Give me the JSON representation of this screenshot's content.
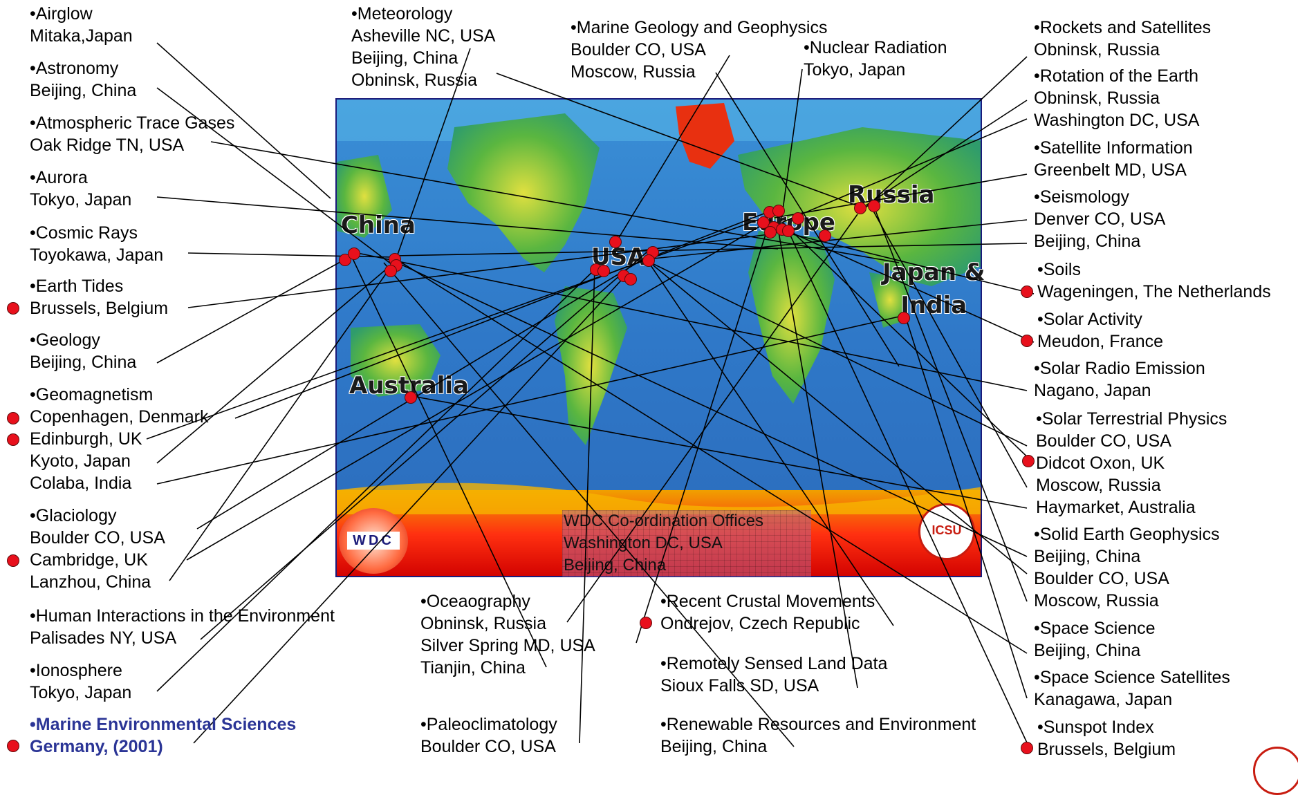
{
  "map": {
    "labels": {
      "china": "China",
      "usa": "USA",
      "europe": "Europe",
      "russia": "Russia",
      "japan_india": "Japan &\nIndia",
      "australia": "Australia"
    },
    "logo_left": "WDC",
    "logo_right": "ICSU"
  },
  "office": {
    "title": "WDC Co-ordination Offices",
    "line1": "Washington DC, USA",
    "line2": "Beijing, China"
  },
  "left": {
    "airglow": {
      "title": "•Airglow",
      "l1": "Mitaka,Japan"
    },
    "astronomy": {
      "title": "•Astronomy",
      "l1": "Beijing, China"
    },
    "trace": {
      "title": "•Atmospheric Trace Gases",
      "l1": "Oak Ridge TN, USA"
    },
    "aurora": {
      "title": "•Aurora",
      "l1": "Tokyo, Japan"
    },
    "cosmic": {
      "title": "•Cosmic Rays",
      "l1": "Toyokawa, Japan"
    },
    "tides": {
      "title": "•Earth Tides",
      "l1": "Brussels, Belgium"
    },
    "geology": {
      "title": "•Geology",
      "l1": "Beijing, China"
    },
    "geomag": {
      "title": "•Geomagnetism",
      "l1": "Copenhagen, Denmark",
      "l2": "Edinburgh, UK",
      "l3": "Kyoto, Japan",
      "l4": "Colaba, India"
    },
    "glacio": {
      "title": "•Glaciology",
      "l1": "Boulder CO, USA",
      "l2": "Cambridge, UK",
      "l3": "Lanzhou, China"
    },
    "human": {
      "title": "•Human Interactions in the Environment",
      "l1": "Palisades NY, USA"
    },
    "iono": {
      "title": "•Ionosphere",
      "l1": "Tokyo, Japan"
    },
    "marine_env": {
      "title": "•Marine Environmental Sciences",
      "l1": "Germany, (2001)"
    }
  },
  "middle": {
    "meteo": {
      "title": "•Meteorology",
      "l1": "Asheville NC, USA",
      "l2": "Beijing, China",
      "l3": "Obninsk, Russia"
    },
    "marine_geo": {
      "title": "•Marine Geology and Geophysics",
      "l1": "Boulder CO, USA",
      "l2": "Moscow, Russia"
    },
    "nuclear": {
      "title": "•Nuclear Radiation",
      "l1": "Tokyo, Japan"
    },
    "ocean": {
      "title": "•Oceaography",
      "l1": "Obninsk, Russia",
      "l2": "Silver Spring MD, USA",
      "l3": "Tianjin, China"
    },
    "crustal": {
      "title": "•Recent Crustal Movements",
      "l1": "Ondrejov, Czech Republic"
    },
    "remote": {
      "title": "•Remotely Sensed Land Data",
      "l1": "Sioux Falls SD, USA"
    },
    "paleo": {
      "title": "•Paleoclimatology",
      "l1": "Boulder CO, USA"
    },
    "renew": {
      "title": "•Renewable Resources and Environment",
      "l1": "Beijing, China"
    }
  },
  "right": {
    "rockets": {
      "title": "•Rockets and Satellites",
      "l1": "Obninsk, Russia"
    },
    "rotation": {
      "title": "•Rotation of the Earth",
      "l1": "Obninsk, Russia",
      "l2": "Washington DC, USA"
    },
    "satinfo": {
      "title": "•Satellite Information",
      "l1": "Greenbelt MD, USA"
    },
    "seis": {
      "title": "•Seismology",
      "l1": "Denver CO, USA",
      "l2": "Beijing, China"
    },
    "soils": {
      "title": "•Soils",
      "l1": "Wageningen, The Netherlands"
    },
    "solar": {
      "title": "•Solar Activity",
      "l1": "Meudon, France"
    },
    "radio": {
      "title": "•Solar Radio Emission",
      "l1": "Nagano, Japan"
    },
    "stp": {
      "title": "•Solar Terrestrial Physics",
      "l1": "Boulder CO, USA",
      "l2": "Didcot Oxon, UK",
      "l3": "Moscow, Russia",
      "l4": "Haymarket, Australia"
    },
    "solid": {
      "title": "•Solid Earth Geophysics",
      "l1": "Beijing, China",
      "l2": "Boulder CO, USA",
      "l3": "Moscow, Russia"
    },
    "space": {
      "title": "•Space Science",
      "l1": "Beijing, China"
    },
    "spacesat": {
      "title": "•Space Science Satellites",
      "l1": "Kanagawa, Japan"
    },
    "sunspot": {
      "title": "•Sunspot Index",
      "l1": "Brussels, Belgium"
    }
  },
  "colors": {
    "dot": "#e8101c",
    "highlight": "#2b3596",
    "map_border": "#1b1b7a"
  }
}
